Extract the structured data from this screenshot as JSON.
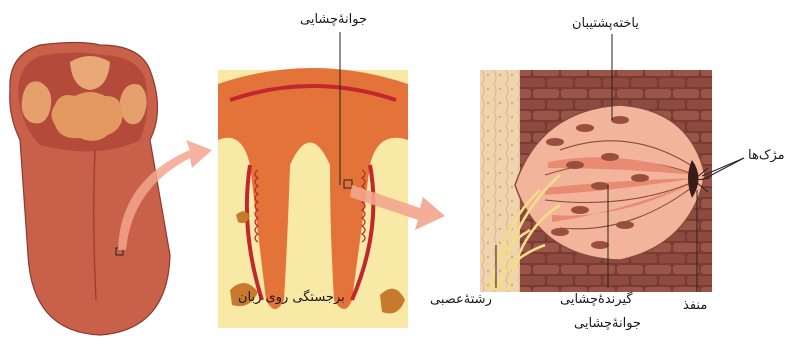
{
  "labels": {
    "taste_pore_top": "جوانۀچشایی",
    "papilla_caption": "برجستگی روی زبان",
    "supporting_cell": "یاخته‌پشتیبان",
    "microvilli": "مژک‌ها",
    "nerve_fiber": "رشتۀعصبی",
    "taste_receptor": "گیرندۀچشایی",
    "taste_bud": "جوانۀچشایی",
    "pore": "منفذ"
  },
  "colors": {
    "tongue": "#c8604a",
    "papilla_orange": "#e4733a",
    "papilla_dark": "#c1272d",
    "tissue_yellow": "#f8e9a6",
    "bud_pink": "#f2b49b",
    "cell_brown": "#8a4a3a",
    "nerve": "#f3dc8a",
    "arrow": "#f3a58d"
  }
}
